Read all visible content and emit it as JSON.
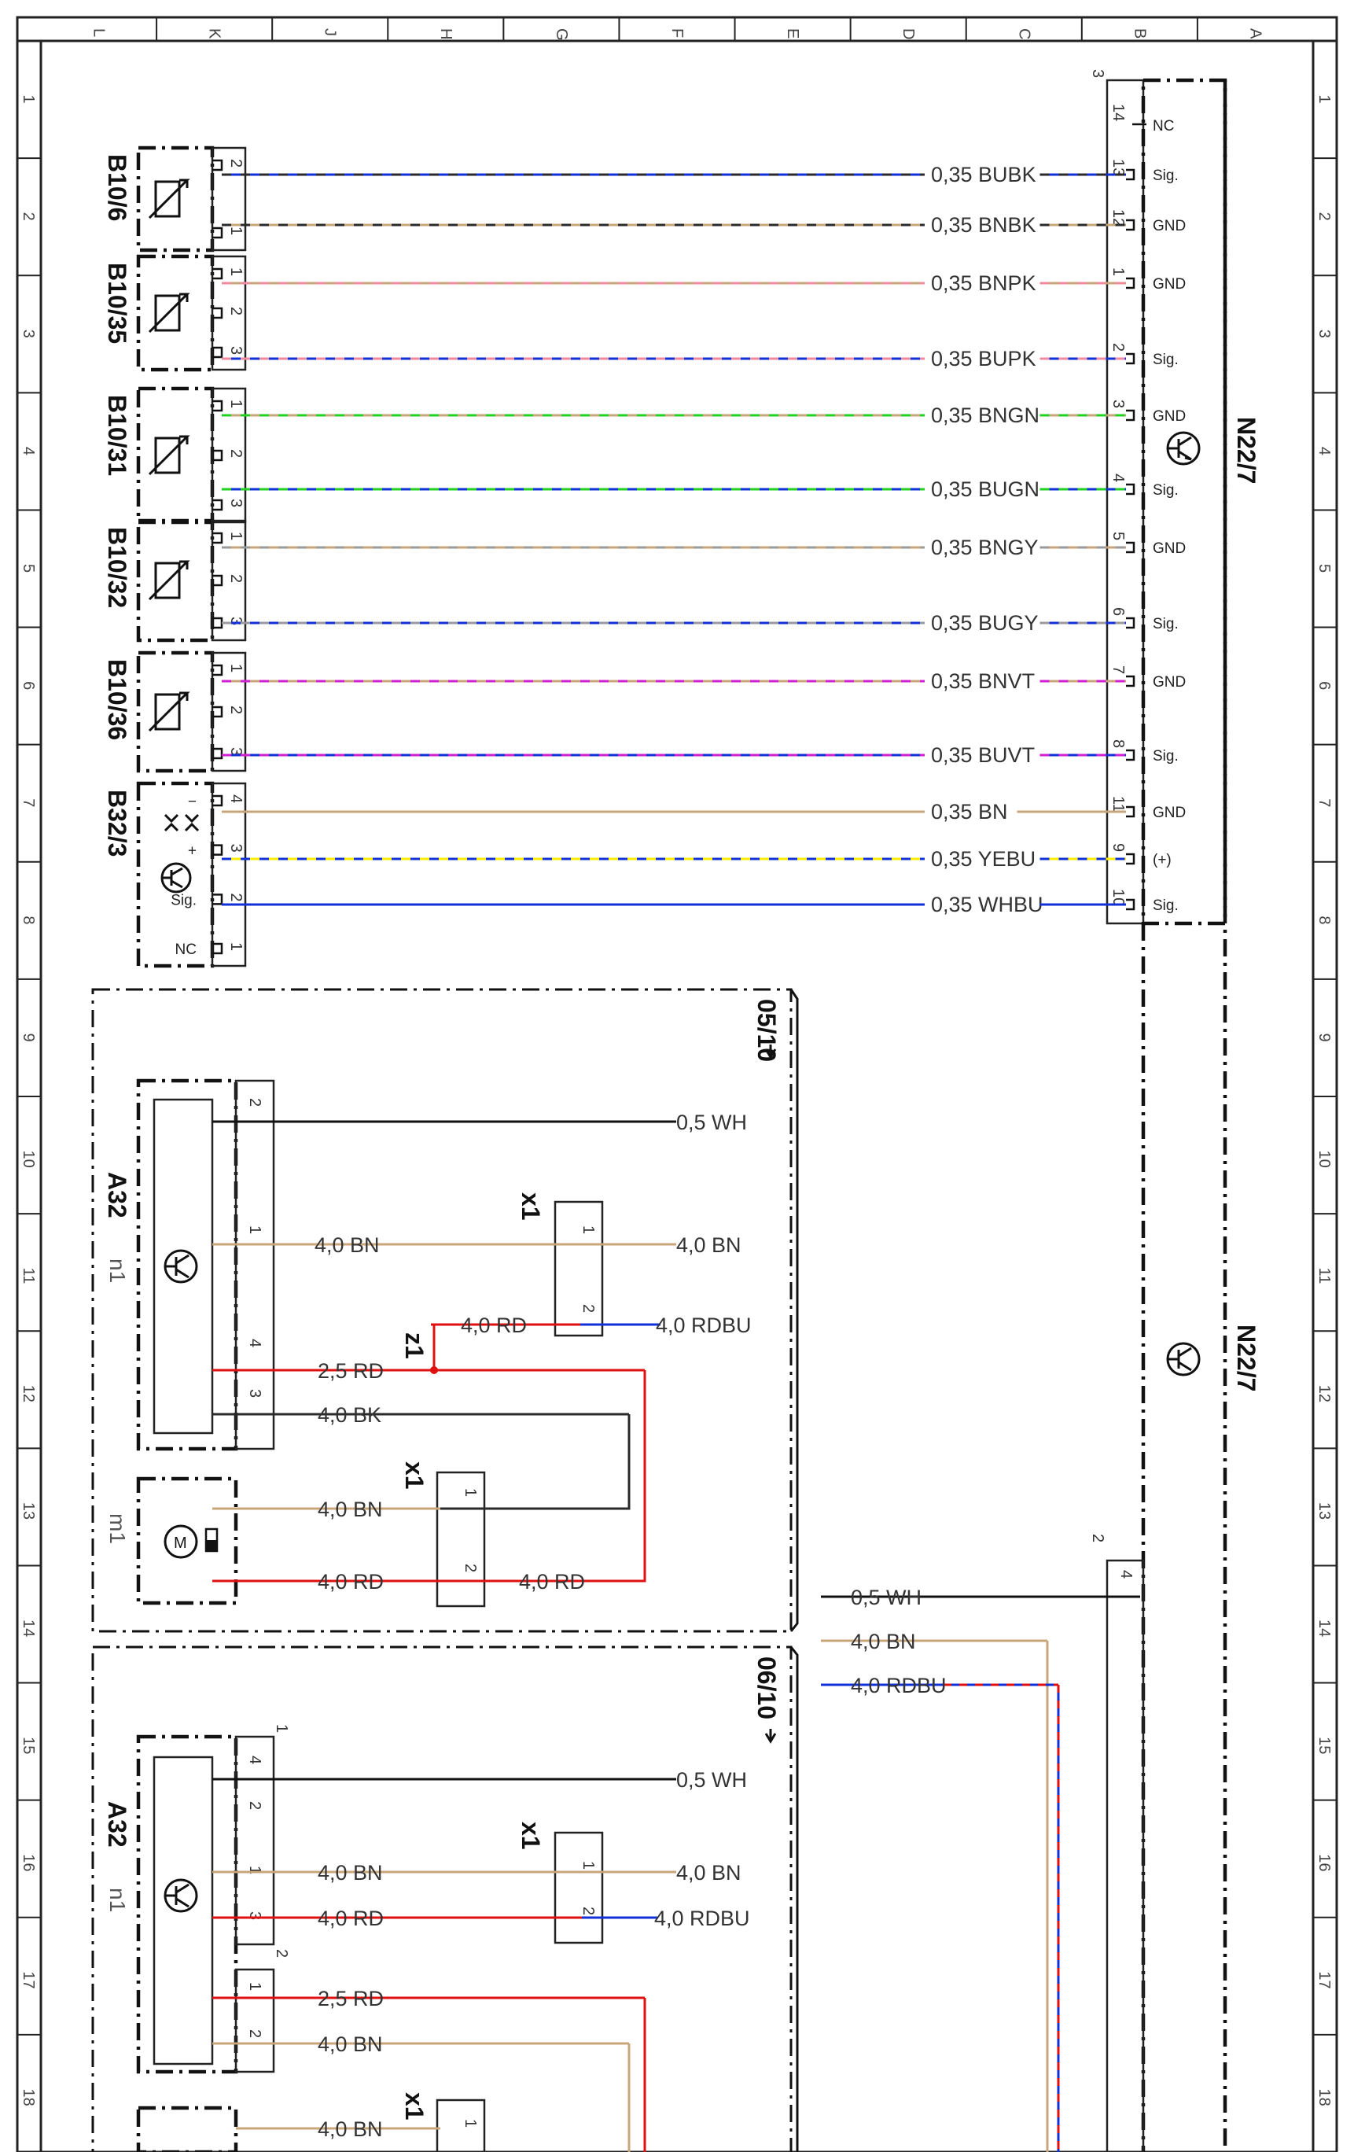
{
  "columns": [
    "L",
    "K",
    "J",
    "H",
    "G",
    "F",
    "E",
    "D",
    "C",
    "B",
    "A"
  ],
  "rows": [
    "1",
    "2",
    "3",
    "4",
    "5",
    "6",
    "7",
    "8",
    "9",
    "10",
    "11",
    "12",
    "13",
    "14",
    "15",
    "16",
    "17",
    "18"
  ],
  "colors": {
    "BU": "#1030d8",
    "BK": "#2a2a2a",
    "BN": "#c8a67a",
    "PK": "#f08aa0",
    "GN": "#22d022",
    "GY": "#9a9a9a",
    "VT": "#d020d0",
    "YE": "#ffee00",
    "WH": "#ffffff",
    "RD": "#e01010"
  },
  "top_connector": {
    "label": "N22/7",
    "pin_header": "3"
  },
  "bottom_connector": {
    "label": "N22/7",
    "pin_header": "2"
  },
  "sensors": [
    {
      "label": "B10/6",
      "pins": [
        "2",
        "1"
      ]
    },
    {
      "label": "B10/35",
      "pins": [
        "1",
        "2",
        "3"
      ]
    },
    {
      "label": "B10/31",
      "pins": [
        "1",
        "2",
        "3"
      ]
    },
    {
      "label": "B10/32",
      "pins": [
        "1",
        "2",
        "3"
      ]
    },
    {
      "label": "B10/36",
      "pins": [
        "1",
        "2",
        "3"
      ]
    },
    {
      "label": "B32/3",
      "pins": [
        "4",
        "3",
        "2",
        "1"
      ],
      "marks": [
        "−",
        "+",
        "Sig.",
        "NC"
      ]
    }
  ],
  "top_wires": [
    {
      "label": "0,35 BUBK",
      "pin": "13",
      "term": "Sig.",
      "c1": "BU",
      "c2": "BK",
      "sp": "2"
    },
    {
      "label": "0,35 BNBK",
      "pin": "12",
      "term": "GND",
      "c1": "BN",
      "c2": "BK",
      "sp": "1"
    },
    {
      "label": "0,35 BNPK",
      "pin": "1",
      "term": "GND",
      "c1": "BN",
      "c2": "PK",
      "sp": "1"
    },
    {
      "label": "0,35 BUPK",
      "pin": "2",
      "term": "Sig.",
      "c1": "BU",
      "c2": "PK",
      "sp": "3"
    },
    {
      "label": "0,35 BNGN",
      "pin": "3",
      "term": "GND",
      "c1": "BN",
      "c2": "GN",
      "sp": "1"
    },
    {
      "label": "0,35 BUGN",
      "pin": "4",
      "term": "Sig.",
      "c1": "BU",
      "c2": "GN",
      "sp": "3"
    },
    {
      "label": "0,35 BNGY",
      "pin": "5",
      "term": "GND",
      "c1": "BN",
      "c2": "GY",
      "sp": "1"
    },
    {
      "label": "0,35 BUGY",
      "pin": "6",
      "term": "Sig.",
      "c1": "BU",
      "c2": "GY",
      "sp": "3"
    },
    {
      "label": "0,35 BNVT",
      "pin": "7",
      "term": "GND",
      "c1": "BN",
      "c2": "VT",
      "sp": "1"
    },
    {
      "label": "0,35 BUVT",
      "pin": "8",
      "term": "Sig.",
      "c1": "BU",
      "c2": "VT",
      "sp": "3"
    },
    {
      "label": "0,35 BN",
      "pin": "11",
      "term": "GND",
      "c1": "BN",
      "c2": "BN",
      "sp": "4"
    },
    {
      "label": "0,35 YEBU",
      "pin": "9",
      "term": "(+)",
      "c1": "YE",
      "c2": "BU",
      "sp": "3"
    },
    {
      "label": "0,35 WHBU",
      "pin": "10",
      "term": "Sig.",
      "c1": "BU",
      "c2": "BU",
      "sp": "2"
    }
  ],
  "top_nc": {
    "pin": "14",
    "term": "NC"
  },
  "section1": {
    "ref": "05/10",
    "a32": {
      "label": "A32",
      "sub": "n1",
      "pins": [
        "2",
        "1",
        "4",
        "3"
      ]
    },
    "m1": {
      "sub": "m1"
    },
    "x1a": {
      "label": "x1",
      "pins": [
        "1",
        "2"
      ]
    },
    "x1b": {
      "label": "x1",
      "pins": [
        "1",
        "2"
      ]
    },
    "z1": "z1",
    "w_wh": "0,5 WH",
    "w_bn_a": "4,0 BN",
    "w_bn_b": "4,0 BN",
    "w_rd_z": "4,0 RD",
    "w_rdbu": "4,0 RDBU",
    "w_rd25": "2,5 RD",
    "w_bk": "4,0 BK",
    "w_m_bn": "4,0 BN",
    "w_m_rd": "4,0 RD",
    "w_m_rd2": "4,0 RD"
  },
  "links": {
    "wh": "0,5 WH",
    "bn": "4,0 BN",
    "rdbu": "4,0 RDBU",
    "pin": "4"
  },
  "section2": {
    "ref": "06/10",
    "a32": {
      "label": "A32",
      "sub": "n1",
      "pins": [
        "4",
        "2",
        "1",
        "3"
      ],
      "pins2": [
        "1",
        "2"
      ]
    },
    "x1a": {
      "label": "x1",
      "pins": [
        "1",
        "2"
      ]
    },
    "x1b": {
      "label": "x1",
      "pins": [
        "1"
      ]
    },
    "top_num": "1",
    "num2": "2",
    "w_wh": "0,5 WH",
    "w_bn_a": "4,0 BN",
    "w_bn_b": "4,0 BN",
    "w_rd": "4,0 RD",
    "w_rdbu": "4,0 RDBU",
    "w_rd25": "2,5 RD",
    "w_bn_c": "4,0 BN",
    "w_bn_d": "4,0 BN"
  }
}
